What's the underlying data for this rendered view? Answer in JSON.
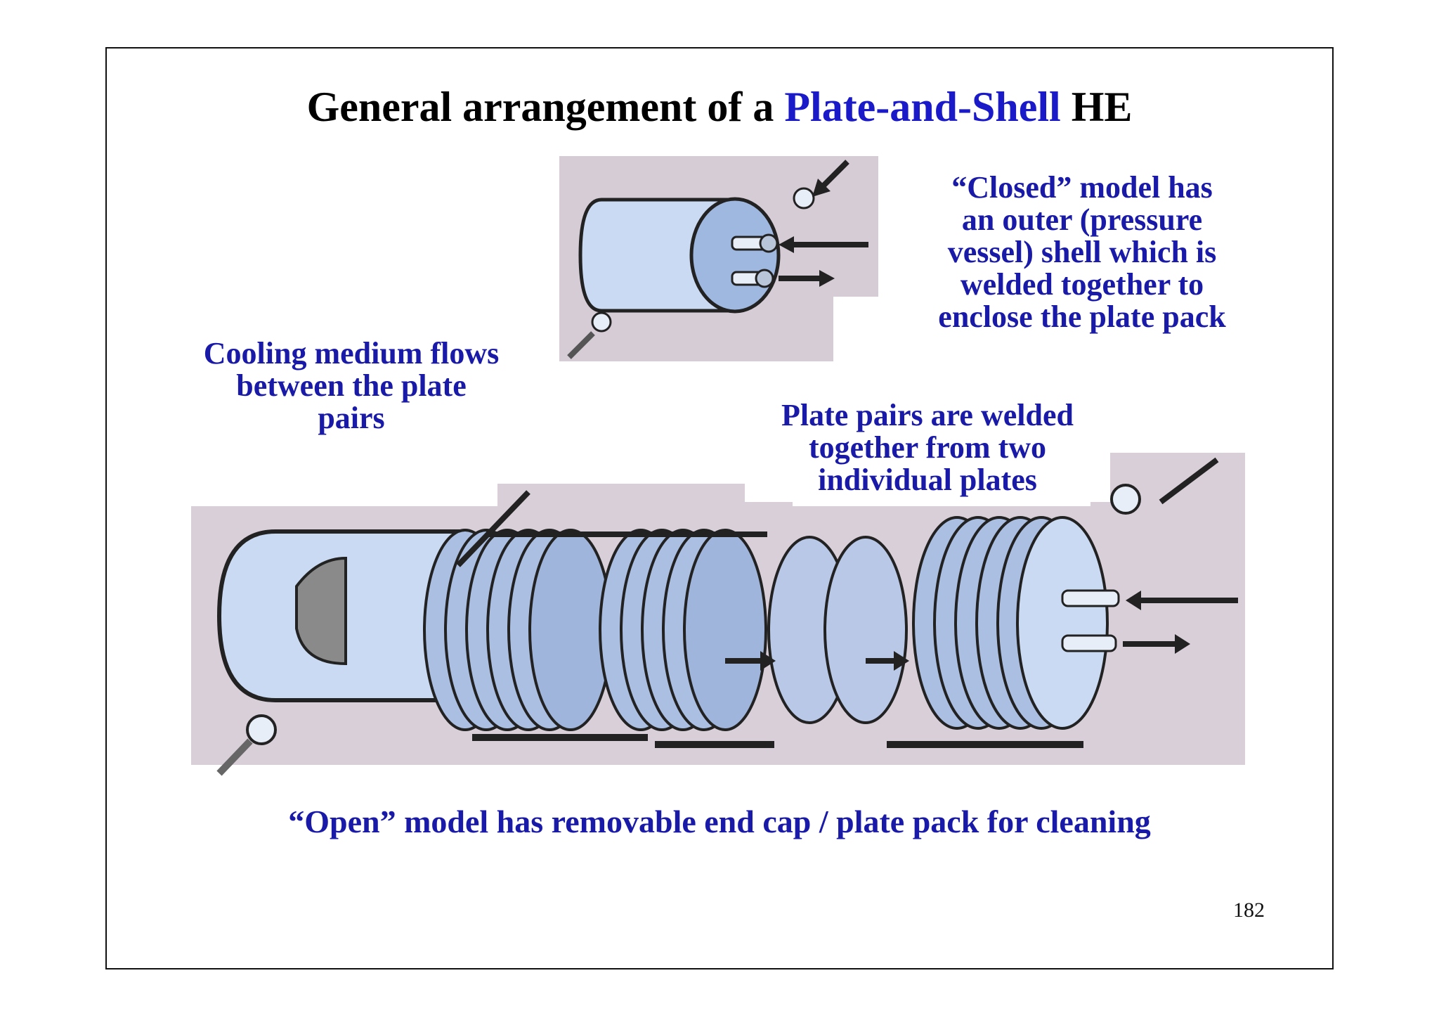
{
  "slide": {
    "title_prefix": "General arrangement of a ",
    "title_accent": "Plate-and-Shell",
    "title_suffix": " HE",
    "closed_note": [
      "“Closed” model has",
      "an outer (pressure",
      "vessel) shell which is",
      "welded together to",
      "enclose the plate pack"
    ],
    "cooling_note": [
      "Cooling medium flows",
      "between the plate",
      "pairs"
    ],
    "plate_pairs_note": [
      "Plate pairs are welded",
      "together from two",
      "individual plates"
    ],
    "open_caption": "“Open” model has removable end cap / plate pack for cleaning",
    "page_number": "182"
  },
  "colors": {
    "accent_text": "#1a1aa8",
    "title_accent": "#1a1ac8",
    "shell_fill": "#c9daf2",
    "shell_shade": "#8fa9d6",
    "photo_bg": "#d9cfd8"
  }
}
